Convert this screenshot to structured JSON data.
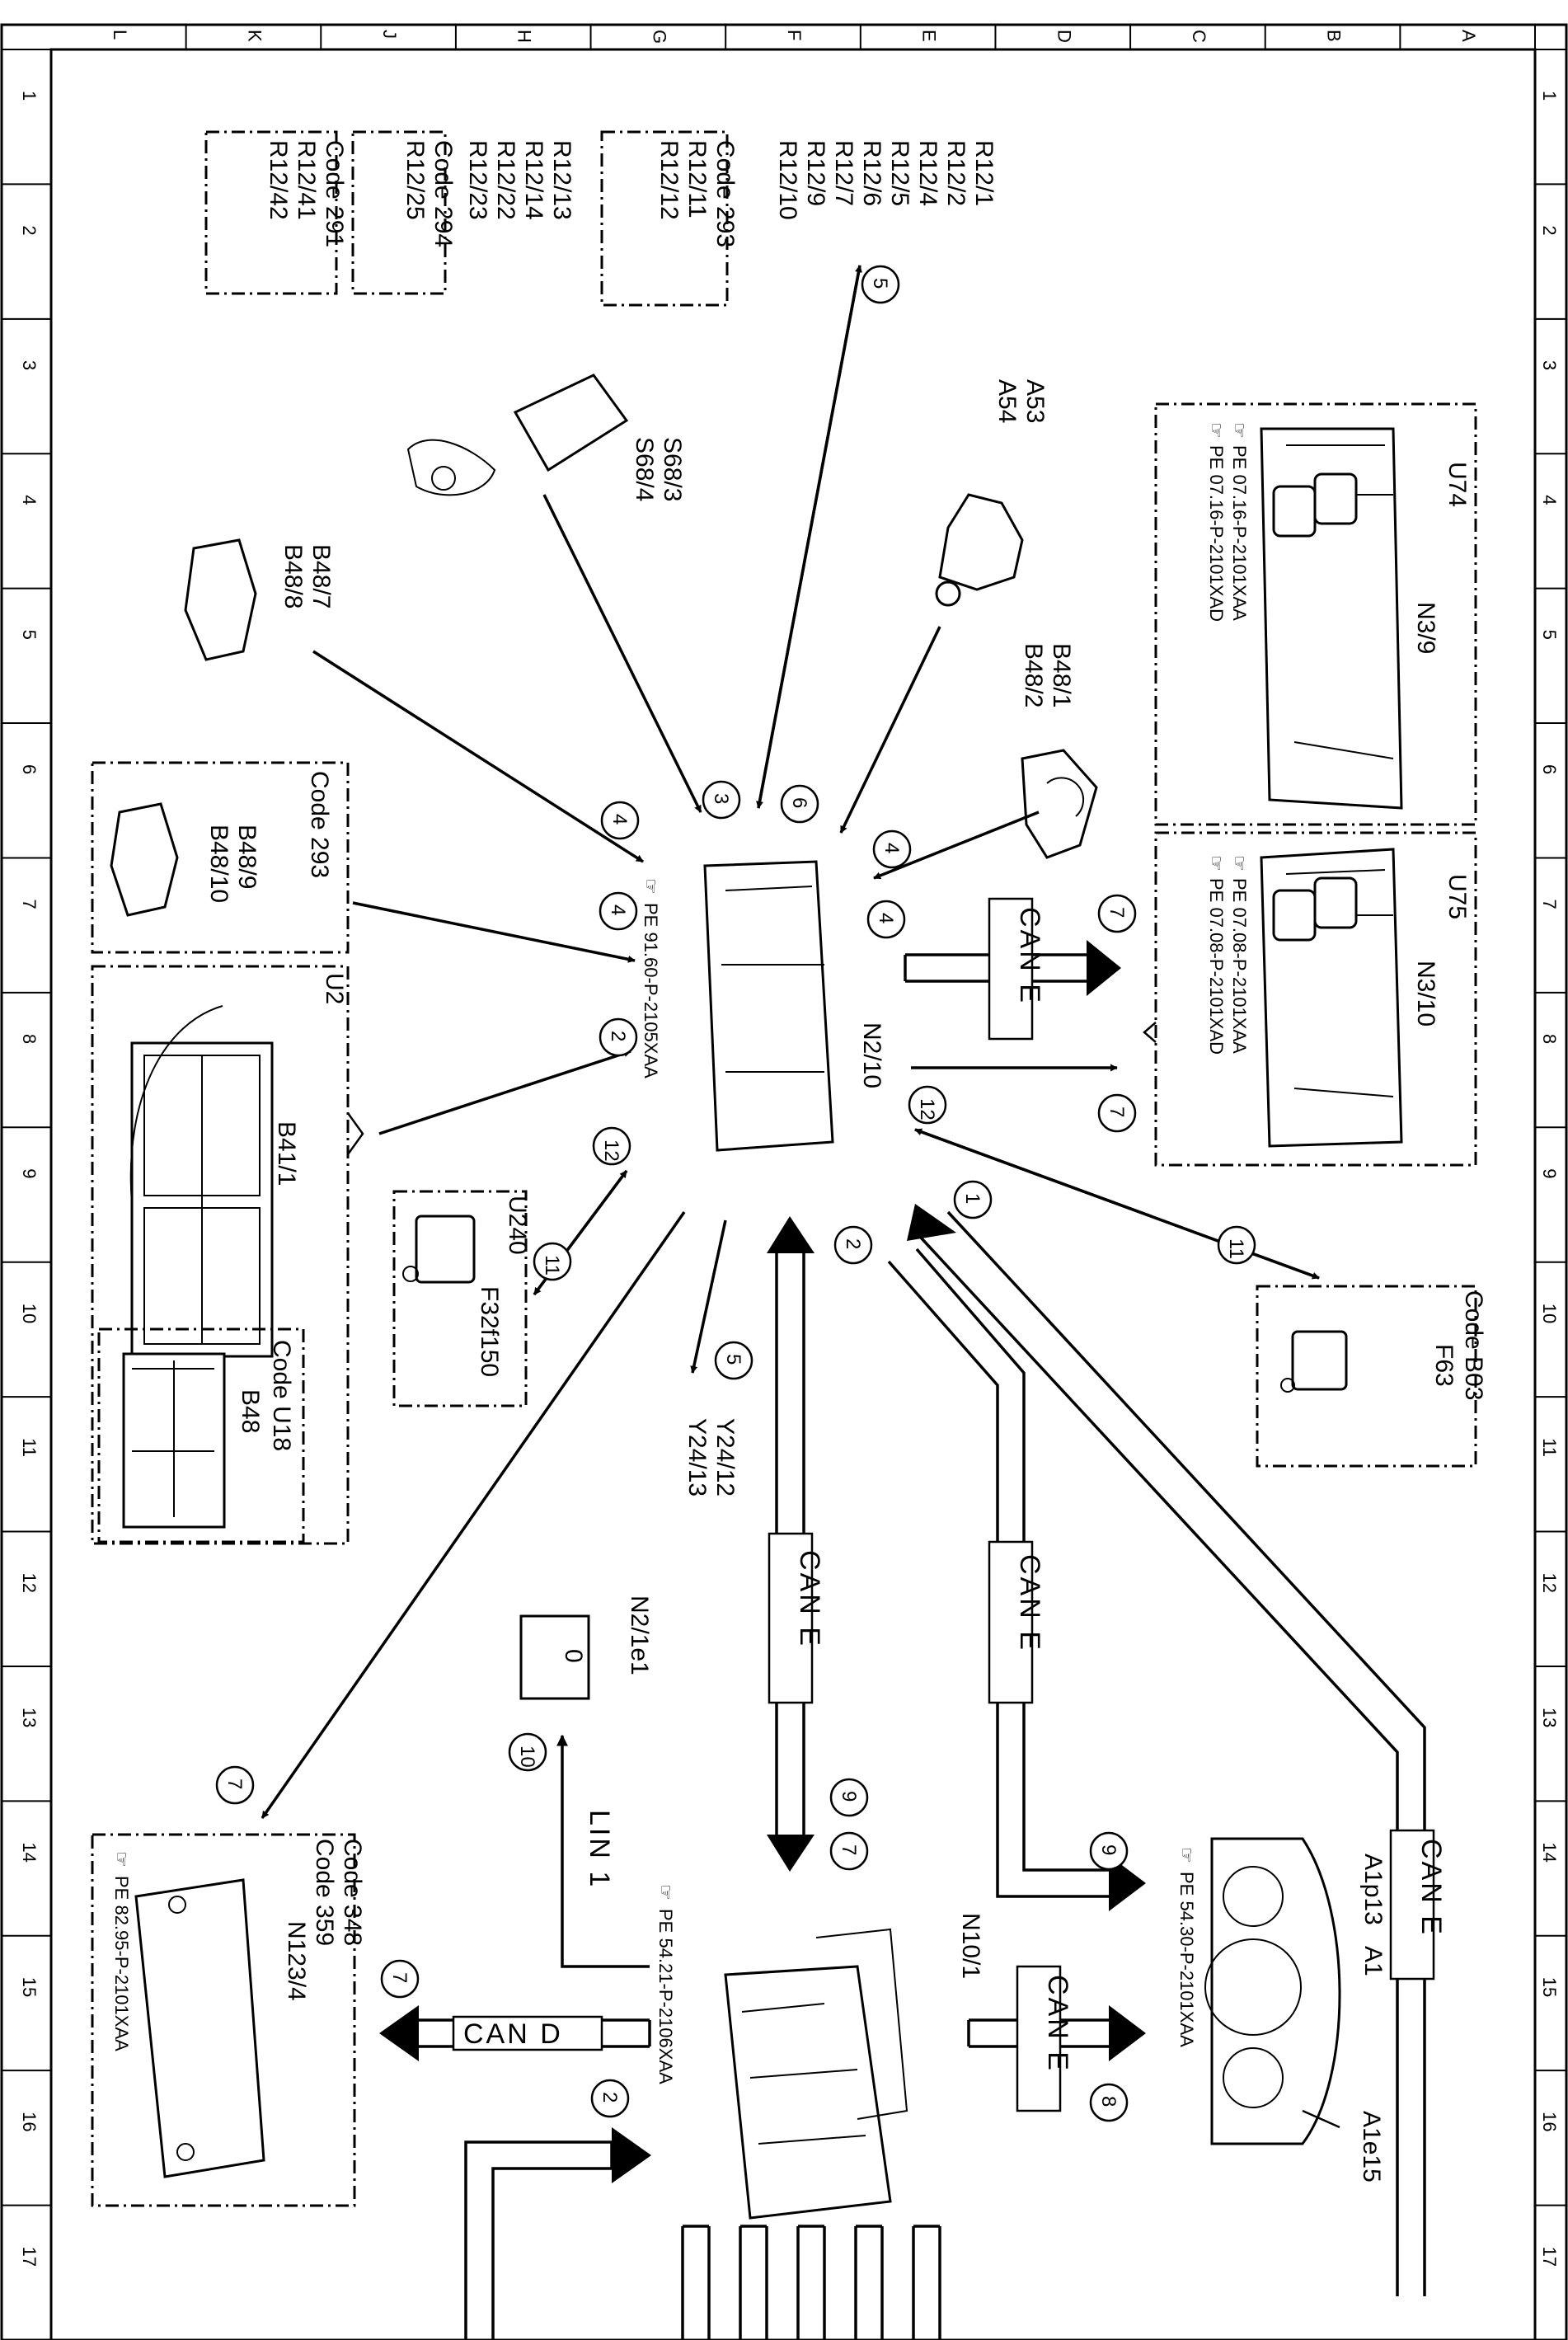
{
  "grid": {
    "columns": [
      "L",
      "K",
      "J",
      "H",
      "G",
      "F",
      "E",
      "D",
      "C",
      "B",
      "A"
    ],
    "rows": [
      "1",
      "2",
      "3",
      "4",
      "5",
      "6",
      "7",
      "8",
      "9",
      "10",
      "11",
      "12",
      "13",
      "14",
      "15",
      "16",
      "17"
    ]
  },
  "groups": {
    "r12_main": [
      "R12/1",
      "R12/2",
      "R12/4",
      "R12/5",
      "R12/6",
      "R12/7",
      "R12/9",
      "R12/10"
    ],
    "r12_code293": [
      "Code 293",
      "R12/11",
      "R12/12"
    ],
    "r12_plain": [
      "R12/13",
      "R12/14",
      "R12/22",
      "R12/23"
    ],
    "r12_code294": [
      "Code 294",
      "R12/25"
    ],
    "r12_code291": [
      "Code 291",
      "R12/41",
      "R12/42"
    ]
  },
  "labels": {
    "u74_box": "U74",
    "n3_9": "N3/9",
    "ref_pe_07_16_xaa": "PE 07.16-P-2101XAA",
    "ref_pe_07_16_xad": "PE 07.16-P-2101XAD",
    "u75_box": "U75",
    "n3_10": "N3/10",
    "ref_pe_07_08_xaa": "PE 07.08-P-2101XAA",
    "ref_pe_07_08_xad": "PE 07.08-P-2101XAD",
    "a53": "A53",
    "a54": "A54",
    "b48_1": "B48/1",
    "b48_2": "B48/2",
    "s68_3": "S68/3",
    "s68_4": "S68/4",
    "b48_7": "B48/7",
    "b48_8": "B48/8",
    "code_293_b": "Code 293",
    "b48_9": "B48/9",
    "b48_10": "B48/10",
    "u2": "U2",
    "b41_1": "B41/1",
    "code_u18": "Code U18",
    "b48": "B48",
    "n2_10": "N2/10",
    "ref_pe_91_60": "PE 91.60-P-2105XAA",
    "u240": "U240",
    "f32f150": "F32f150",
    "y24_12": "Y24/12",
    "y24_13": "Y24/13",
    "code_b03": "Code B03",
    "f63": "F63",
    "n2_1e1": "N2/1e1",
    "switch_symbol": "0",
    "lin_1": "LIN 1",
    "code_348": "Code 348",
    "code_359": "Code 359",
    "n123_4": "N123/4",
    "ref_pe_82_95": "PE 82.95-P-2101XAA",
    "n10_1": "N10/1",
    "ref_pe_54_21": "PE 54.21-P-2106XAA",
    "a1p13": "A1p13",
    "a1": "A1",
    "a1e15": "A1e15",
    "ref_pe_54_30": "PE 54.30-P-2101XAA",
    "can_d": "CAN D",
    "can_e": "CAN E"
  },
  "circle_numbers": {
    "c5_top": "5",
    "c6": "6",
    "c3": "3",
    "c4_a": "4",
    "c4_b": "4",
    "c4_c": "4",
    "c4_d": "4",
    "c2_left": "2",
    "c12_left": "12",
    "c11_left": "11",
    "c7_a": "7",
    "c7_b": "7",
    "c12_right": "12",
    "c1": "1",
    "c11_right": "11",
    "c2_mid": "2",
    "c5_mid": "5",
    "c9_a": "9",
    "c7_c": "7",
    "c10": "10",
    "c9_b": "9",
    "c7_d": "7",
    "c7_e": "7",
    "c8": "8",
    "c2_bottom": "2"
  }
}
